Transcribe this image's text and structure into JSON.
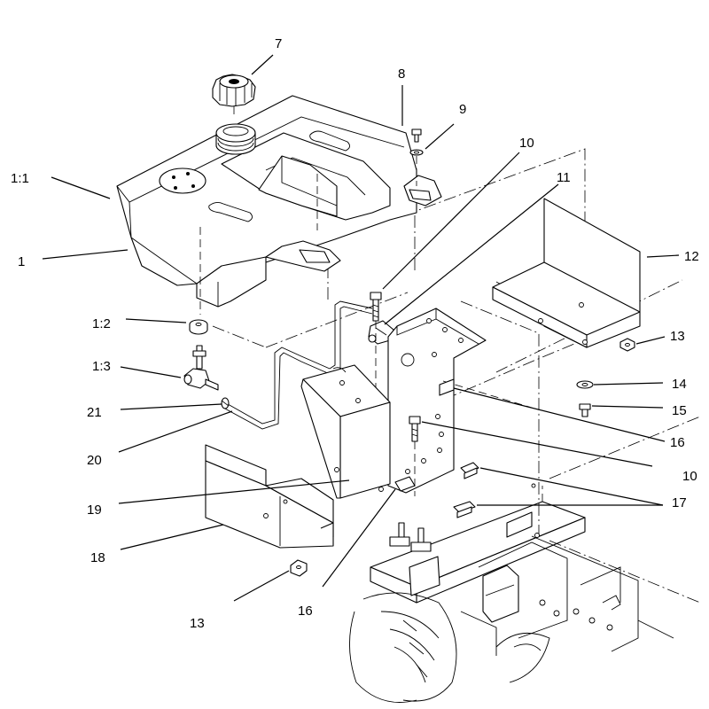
{
  "callouts": [
    {
      "id": "c7",
      "text": "7"
    },
    {
      "id": "c8",
      "text": "8"
    },
    {
      "id": "c9",
      "text": "9"
    },
    {
      "id": "c10a",
      "text": "10"
    },
    {
      "id": "c11",
      "text": "11"
    },
    {
      "id": "c1_1",
      "text": "1:1"
    },
    {
      "id": "c12",
      "text": "12"
    },
    {
      "id": "c1",
      "text": "1"
    },
    {
      "id": "c1_2",
      "text": "1:2"
    },
    {
      "id": "c13a",
      "text": "13"
    },
    {
      "id": "c1_3",
      "text": "1:3"
    },
    {
      "id": "c14",
      "text": "14"
    },
    {
      "id": "c21",
      "text": "21"
    },
    {
      "id": "c15",
      "text": "15"
    },
    {
      "id": "c16a",
      "text": "16"
    },
    {
      "id": "c20",
      "text": "20"
    },
    {
      "id": "c10b",
      "text": "10"
    },
    {
      "id": "c17",
      "text": "17"
    },
    {
      "id": "c19",
      "text": "19"
    },
    {
      "id": "c18",
      "text": "18"
    },
    {
      "id": "c16b",
      "text": "16"
    },
    {
      "id": "c13b",
      "text": "13"
    }
  ]
}
